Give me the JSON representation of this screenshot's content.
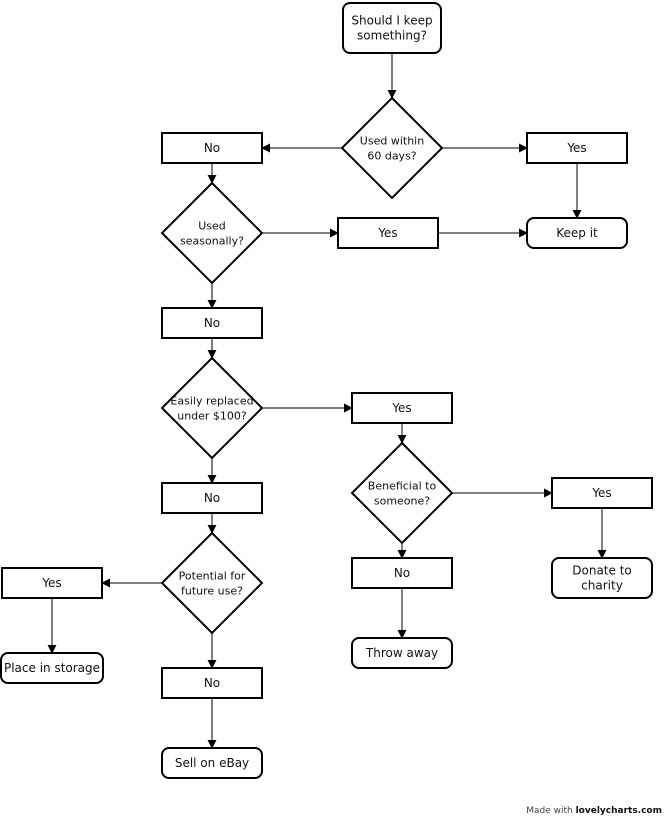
{
  "diagram": {
    "nodes": {
      "start": [
        "Should I keep",
        "something?"
      ],
      "used60": [
        "Used within",
        "60 days?"
      ],
      "no1": [
        "No"
      ],
      "yes1": [
        "Yes"
      ],
      "seasonal": [
        "Used",
        "seasonally?"
      ],
      "yes2": [
        "Yes"
      ],
      "keep": [
        "Keep it"
      ],
      "no2": [
        "No"
      ],
      "replace": [
        "Easily replaced",
        "under $100?"
      ],
      "yes3": [
        "Yes"
      ],
      "beneficial": [
        "Beneficial to",
        "someone?"
      ],
      "yes4": [
        "Yes"
      ],
      "donate": [
        "Donate to",
        "charity"
      ],
      "no3": [
        "No"
      ],
      "no4": [
        "No"
      ],
      "throw": [
        "Throw away"
      ],
      "future": [
        "Potential for",
        "future use?"
      ],
      "yes5": [
        "Yes"
      ],
      "storage": [
        "Place in storage"
      ],
      "no5": [
        "No"
      ],
      "ebay": [
        "Sell on eBay"
      ]
    }
  },
  "footer": {
    "made_with": "Made with",
    "brand": "lovelycharts.com"
  }
}
